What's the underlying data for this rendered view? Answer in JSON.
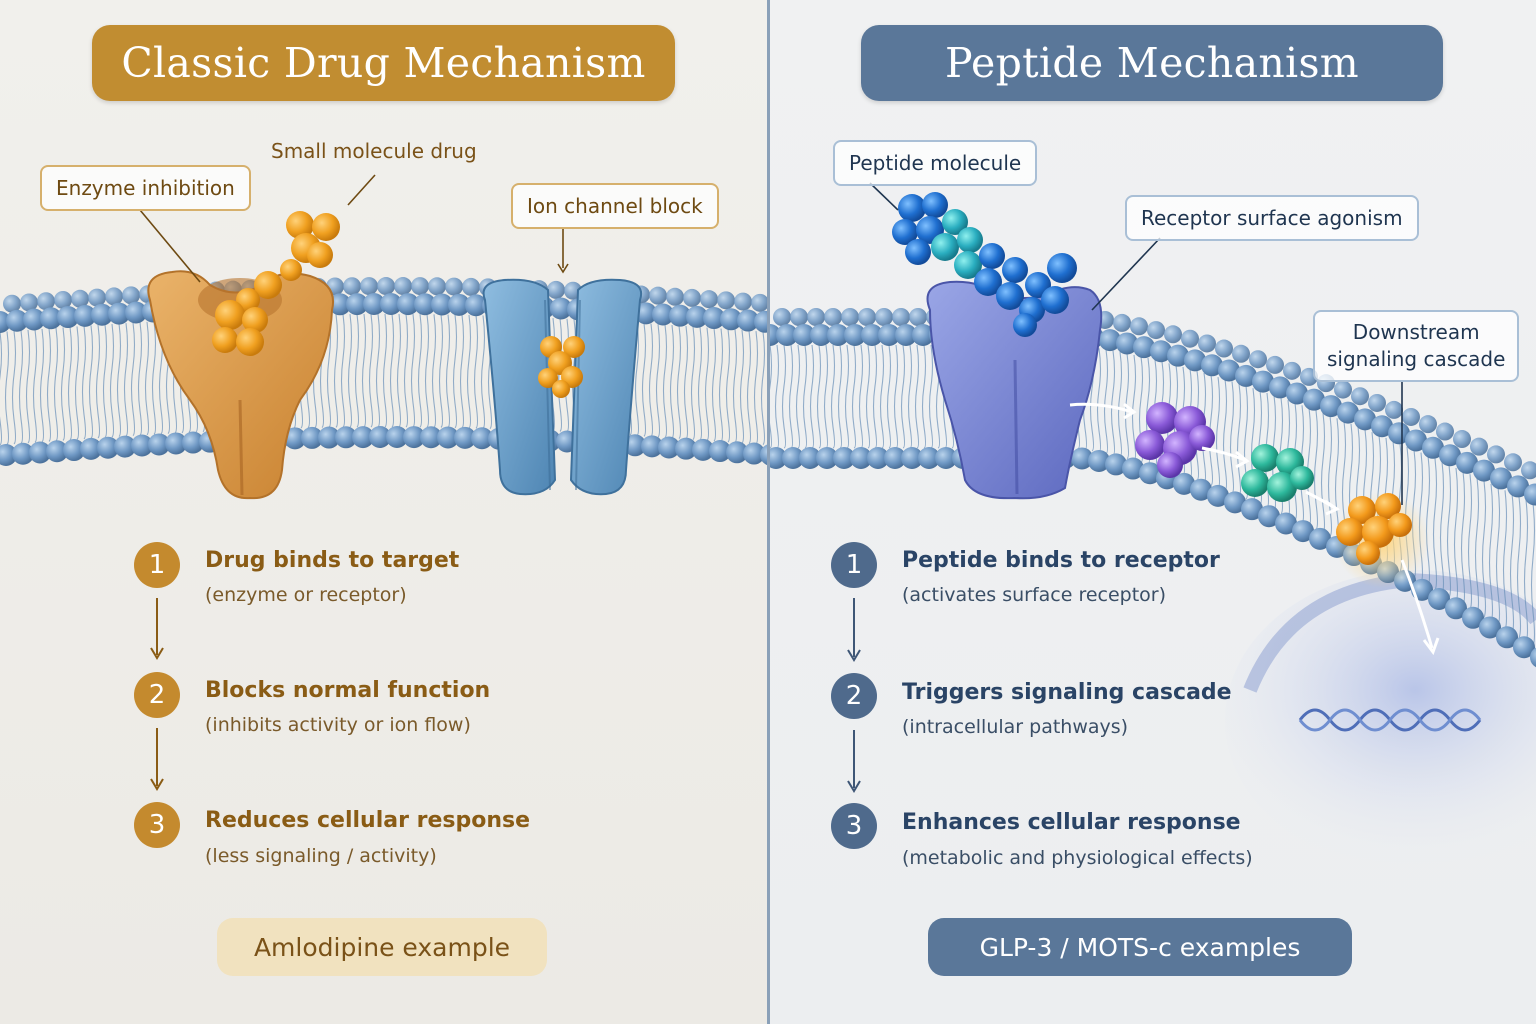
{
  "left": {
    "title": "Classic Drug Mechanism",
    "callouts": {
      "enzyme_inhibition": "Enzyme inhibition",
      "small_molecule": "Small molecule drug",
      "ion_channel": "Ion channel block"
    },
    "steps": [
      {
        "num": "1",
        "title": "Drug binds to target",
        "sub": "(enzyme or receptor)"
      },
      {
        "num": "2",
        "title": "Blocks normal function",
        "sub": "(inhibits activity or ion flow)"
      },
      {
        "num": "3",
        "title": "Reduces cellular response",
        "sub": "(less signaling / activity)"
      }
    ],
    "example": "Amlodipine example"
  },
  "right": {
    "title": "Peptide Mechanism",
    "callouts": {
      "peptide_molecule": "Peptide molecule",
      "receptor_agonism": "Receptor surface agonism",
      "downstream_line1": "Downstream",
      "downstream_line2": "signaling cascade"
    },
    "steps": [
      {
        "num": "1",
        "title": "Peptide binds to receptor",
        "sub": "(activates surface receptor)"
      },
      {
        "num": "2",
        "title": "Triggers signaling cascade",
        "sub": "(intracellular pathways)"
      },
      {
        "num": "3",
        "title": "Enhances cellular response",
        "sub": "(metabolic and physiological effects)"
      }
    ],
    "example": "GLP-3 / MOTS-c examples"
  },
  "colors": {
    "gold": "#c18d31",
    "slate_blue": "#5a7799",
    "membrane_blue": "#6f98c4",
    "enzyme_orange": "#d9954a",
    "channel_blue": "#6b9cc4",
    "drug_orange": "#f0a020",
    "receptor_purple": "#7f86cf"
  }
}
